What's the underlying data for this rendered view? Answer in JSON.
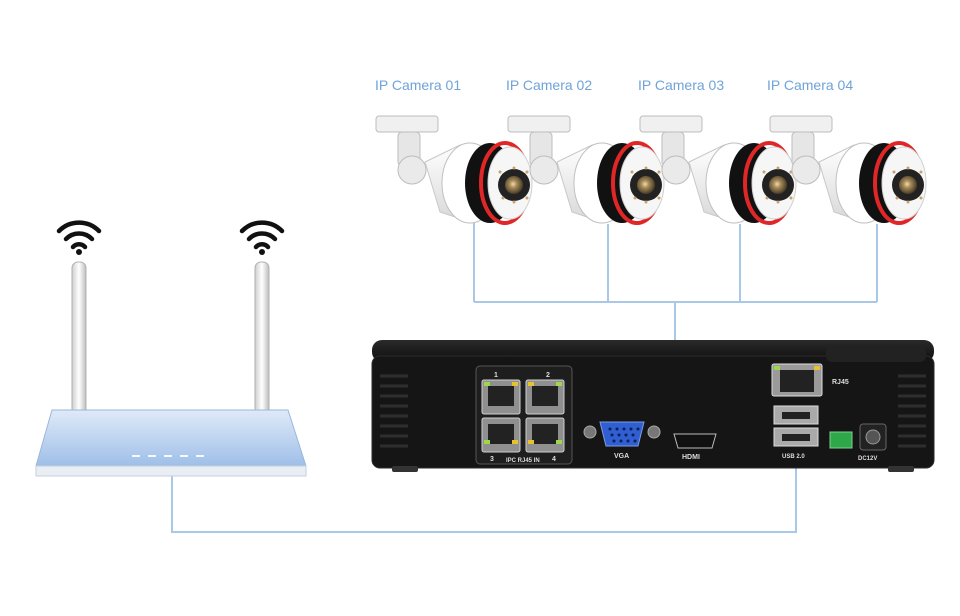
{
  "cameras": [
    {
      "label": "IP Camera 01"
    },
    {
      "label": "IP Camera 02"
    },
    {
      "label": "IP Camera 03"
    },
    {
      "label": "IP Camera 04"
    }
  ],
  "nvr": {
    "port_numbers": [
      "1",
      "2",
      "3",
      "4"
    ],
    "poe_label": "IPC RJ45 IN",
    "vga_label": "VGA",
    "hdmi_label": "HDMI",
    "rj45_label": "RJ45",
    "usb_label": "USB 2.0",
    "dc_label": "DC12V"
  },
  "colors": {
    "connection_line": "#a9c7e6",
    "label_text": "#6fa3d8",
    "router_body": "#bcd4f0",
    "nvr_body": "#1a1a1a",
    "camera_ring": "#e02626"
  },
  "icons": [
    "wifi-icon",
    "router",
    "ip-camera",
    "nvr-recorder"
  ]
}
